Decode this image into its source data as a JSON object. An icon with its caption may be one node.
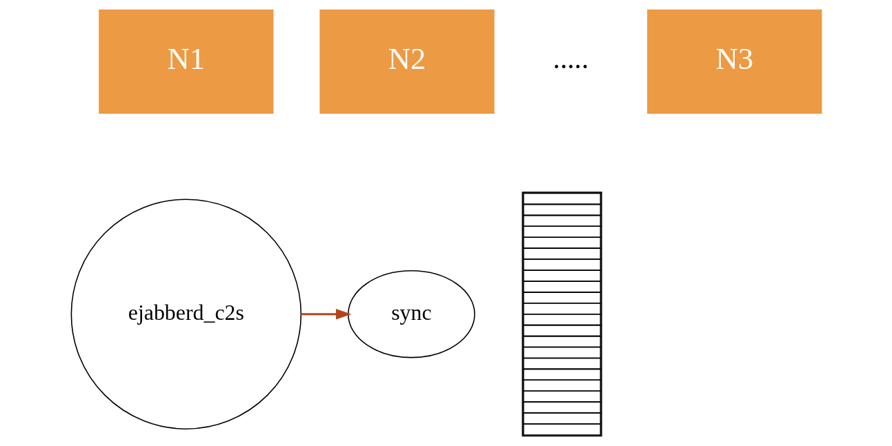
{
  "diagram": {
    "nodes": [
      {
        "text": [
          "N1"
        ]
      },
      {
        "text": [
          "N2"
        ]
      },
      {
        "text": [
          "N3"
        ]
      },
      {
        "text": [
          "sync"
        ]
      },
      {
        "text": [
          "ejabberd_c2s"
        ]
      },
      {
        "text": [],
        "shape": "bar"
      }
    ],
    "edges": [
      {
        "from": 4,
        "to": 3,
        "arrow": "to",
        "color": "#b5441a"
      }
    ],
    "labels": [
      "....."
    ]
  }
}
